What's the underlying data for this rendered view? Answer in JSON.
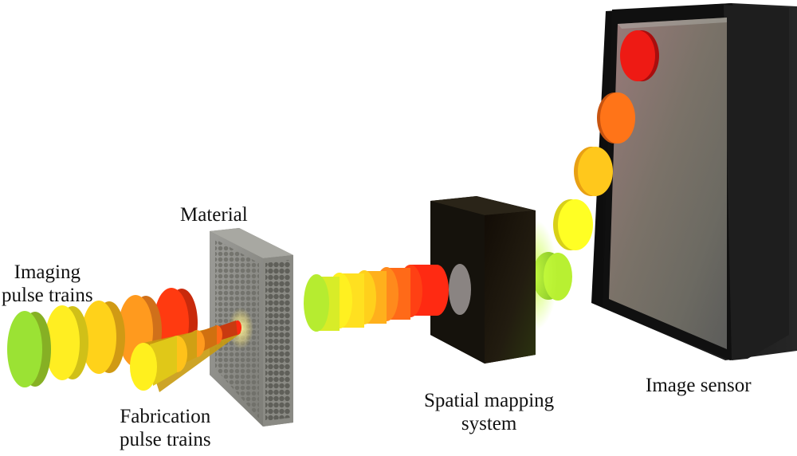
{
  "labels": {
    "material": "Material",
    "imaging": [
      "Imaging",
      "pulse trains"
    ],
    "fabrication": [
      "Fabrication",
      "pulse trains"
    ],
    "spatial_mapping": [
      "Spatial mapping",
      "system"
    ],
    "image_sensor": "Image sensor"
  },
  "components": [
    {
      "name": "imaging-pulse-trains",
      "count": 5,
      "colors": [
        "#9be234",
        "#ffee22",
        "#ffd21a",
        "#ff9a1e",
        "#ff3a10"
      ]
    },
    {
      "name": "fabrication-pulse-trains",
      "count": 5,
      "colors": [
        "#fff01e",
        "#ffc21a",
        "#ff9a1e",
        "#ff6a18",
        "#ff2a10"
      ]
    },
    {
      "name": "material",
      "color": "#8f8f8a"
    },
    {
      "name": "transmitted-pulse-trains",
      "count": 5,
      "colors": [
        "#b6ec30",
        "#fff020",
        "#ffd01c",
        "#ff8a1c",
        "#ff2a12"
      ]
    },
    {
      "name": "spatial-mapping-system",
      "color": "#1c1a12"
    },
    {
      "name": "mapped-pulses",
      "count": 5,
      "colors": [
        "#b8f032",
        "#ffff24",
        "#ffc81c",
        "#ff7418",
        "#ee1a14"
      ]
    },
    {
      "name": "image-sensor",
      "frame_color": "#141414",
      "screen_color": "#8a8a86"
    }
  ]
}
